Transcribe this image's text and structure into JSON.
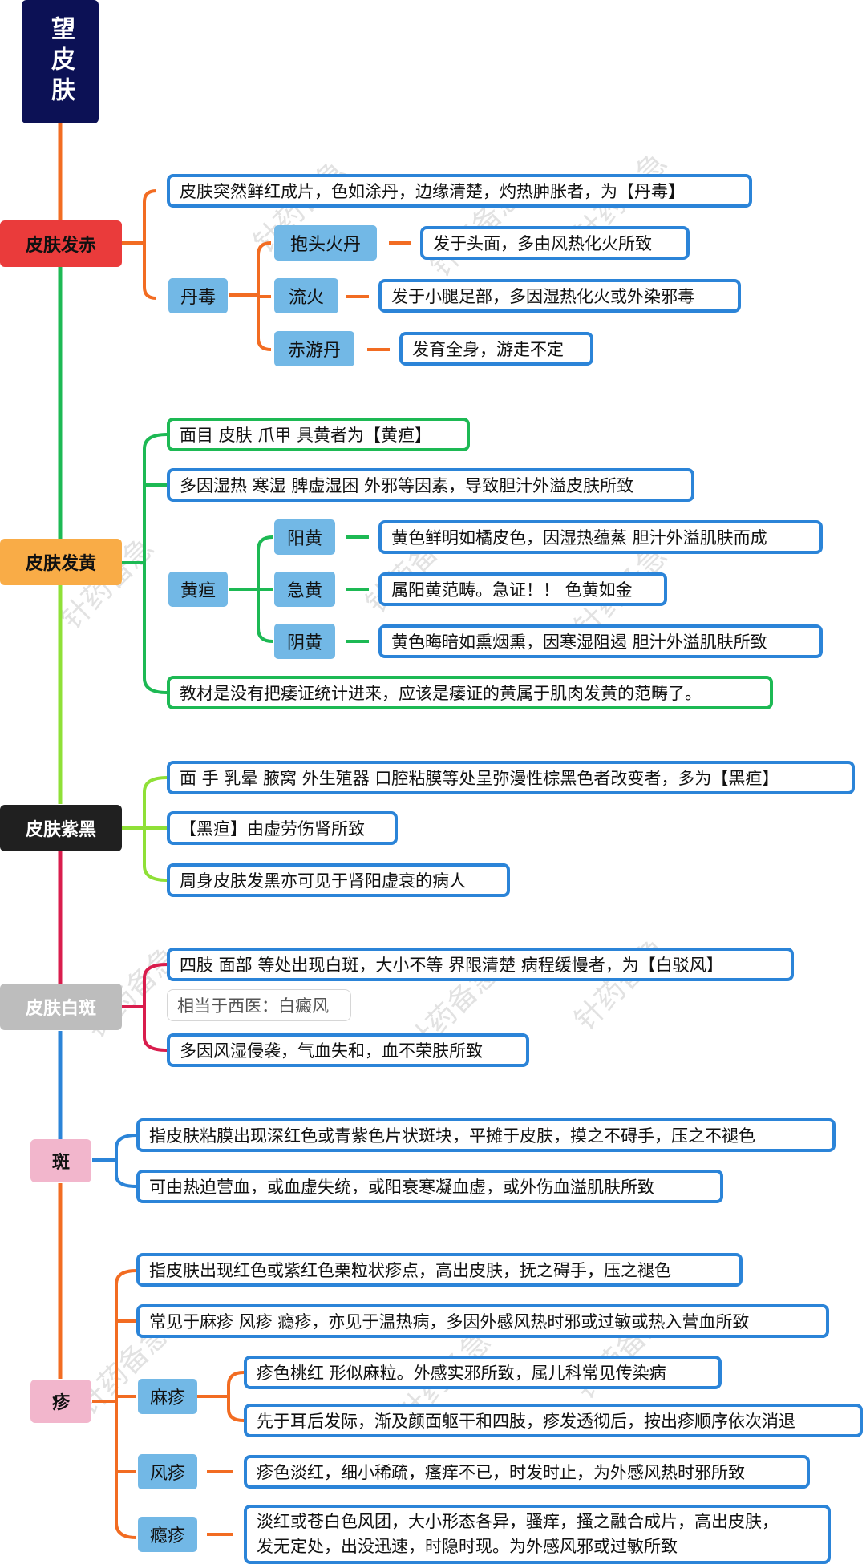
{
  "title": "望皮肤",
  "watermark": "针药备急",
  "sections": [
    {
      "label": "皮肤发赤",
      "color": "#ea3b3b",
      "items": [
        "皮肤突然鲜红成片，色如涂丹，边缘清楚，灼热肿胀者，为【丹毒】"
      ],
      "group": {
        "label": "丹毒",
        "children": [
          {
            "label": "抱头火丹",
            "text": "发于头面，多由风热化火所致"
          },
          {
            "label": "流火",
            "text": "发于小腿足部，多因湿热化火或外染邪毒"
          },
          {
            "label": "赤游丹",
            "text": "发育全身，游走不定"
          }
        ]
      }
    },
    {
      "label": "皮肤发黄",
      "color": "#f9ac47",
      "items": [
        "面目 皮肤 爪甲 具黄者为【黄疸】",
        "多因湿热 寒湿 脾虚湿困 外邪等因素，导致胆汁外溢皮肤所致"
      ],
      "group": {
        "label": "黄疸",
        "children": [
          {
            "label": "阳黄",
            "text": "黄色鲜明如橘皮色，因湿热蕴蒸 胆汁外溢肌肤而成"
          },
          {
            "label": "急黄",
            "text": "属阳黄范畴。急证！！ 色黄如金"
          },
          {
            "label": "阴黄",
            "text": "黄色晦暗如熏烟熏，因寒湿阻遏 胆汁外溢肌肤所致"
          }
        ]
      },
      "note": "教材是没有把痿证统计进来，应该是痿证的黄属于肌肉发黄的范畴了。"
    },
    {
      "label": "皮肤紫黑",
      "color": "#202020",
      "items": [
        "面 手 乳晕 腋窝 外生殖器 口腔粘膜等处呈弥漫性棕黑色者改变者，多为【黑疸】",
        "【黑疸】由虚劳伤肾所致",
        "周身皮肤发黑亦可见于肾阳虚衰的病人"
      ]
    },
    {
      "label": "皮肤白斑",
      "color": "#bdbdbd",
      "items": [
        "四肢 面部 等处出现白斑，大小不等 界限清楚 病程缓慢者，为【白驳风】",
        "相当于西医：白癜风",
        "多因风湿侵袭，气血失和，血不荣肤所致"
      ]
    },
    {
      "label": "斑",
      "color": "#f2b6cc",
      "items": [
        "指皮肤粘膜出现深红色或青紫色片状斑块，平摊于皮肤，摸之不碍手，压之不褪色",
        "可由热迫营血，或血虚失统，或阳衰寒凝血虚，或外伤血溢肌肤所致"
      ]
    },
    {
      "label": "疹",
      "color": "#f2b6cc",
      "items": [
        "指皮肤出现红色或紫红色栗粒状疹点，高出皮肤，抚之碍手，压之褪色",
        "常见于麻疹 风疹 瘾疹，亦见于温热病，多因外感风热时邪或过敏或热入营血所致"
      ],
      "children": [
        {
          "label": "麻疹",
          "texts": [
            "疹色桃红 形似麻粒。外感实邪所致，属儿科常见传染病",
            "先于耳后发际，渐及颜面躯干和四肢，疹发透彻后，按出疹顺序依次消退"
          ]
        },
        {
          "label": "风疹",
          "texts": [
            "疹色淡红，细小稀疏，瘙痒不已，时发时止，为外感风热时邪所致"
          ]
        },
        {
          "label": "瘾疹",
          "texts": [
            "淡红或苍白色风团，大小形态各异，骚痒，搔之融合成片，高出皮肤，",
            "发无定处，出没迅速，时隐时现。为外感风邪或过敏所致"
          ]
        }
      ]
    }
  ]
}
